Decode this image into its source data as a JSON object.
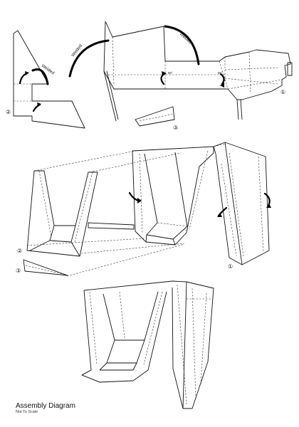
{
  "title": "Assembly Diagram",
  "subtitle": "Not To Scale",
  "weld_label": "Welded",
  "fold_label": "90°",
  "part_numbers": {
    "one": "①",
    "two": "②",
    "three": "③"
  }
}
